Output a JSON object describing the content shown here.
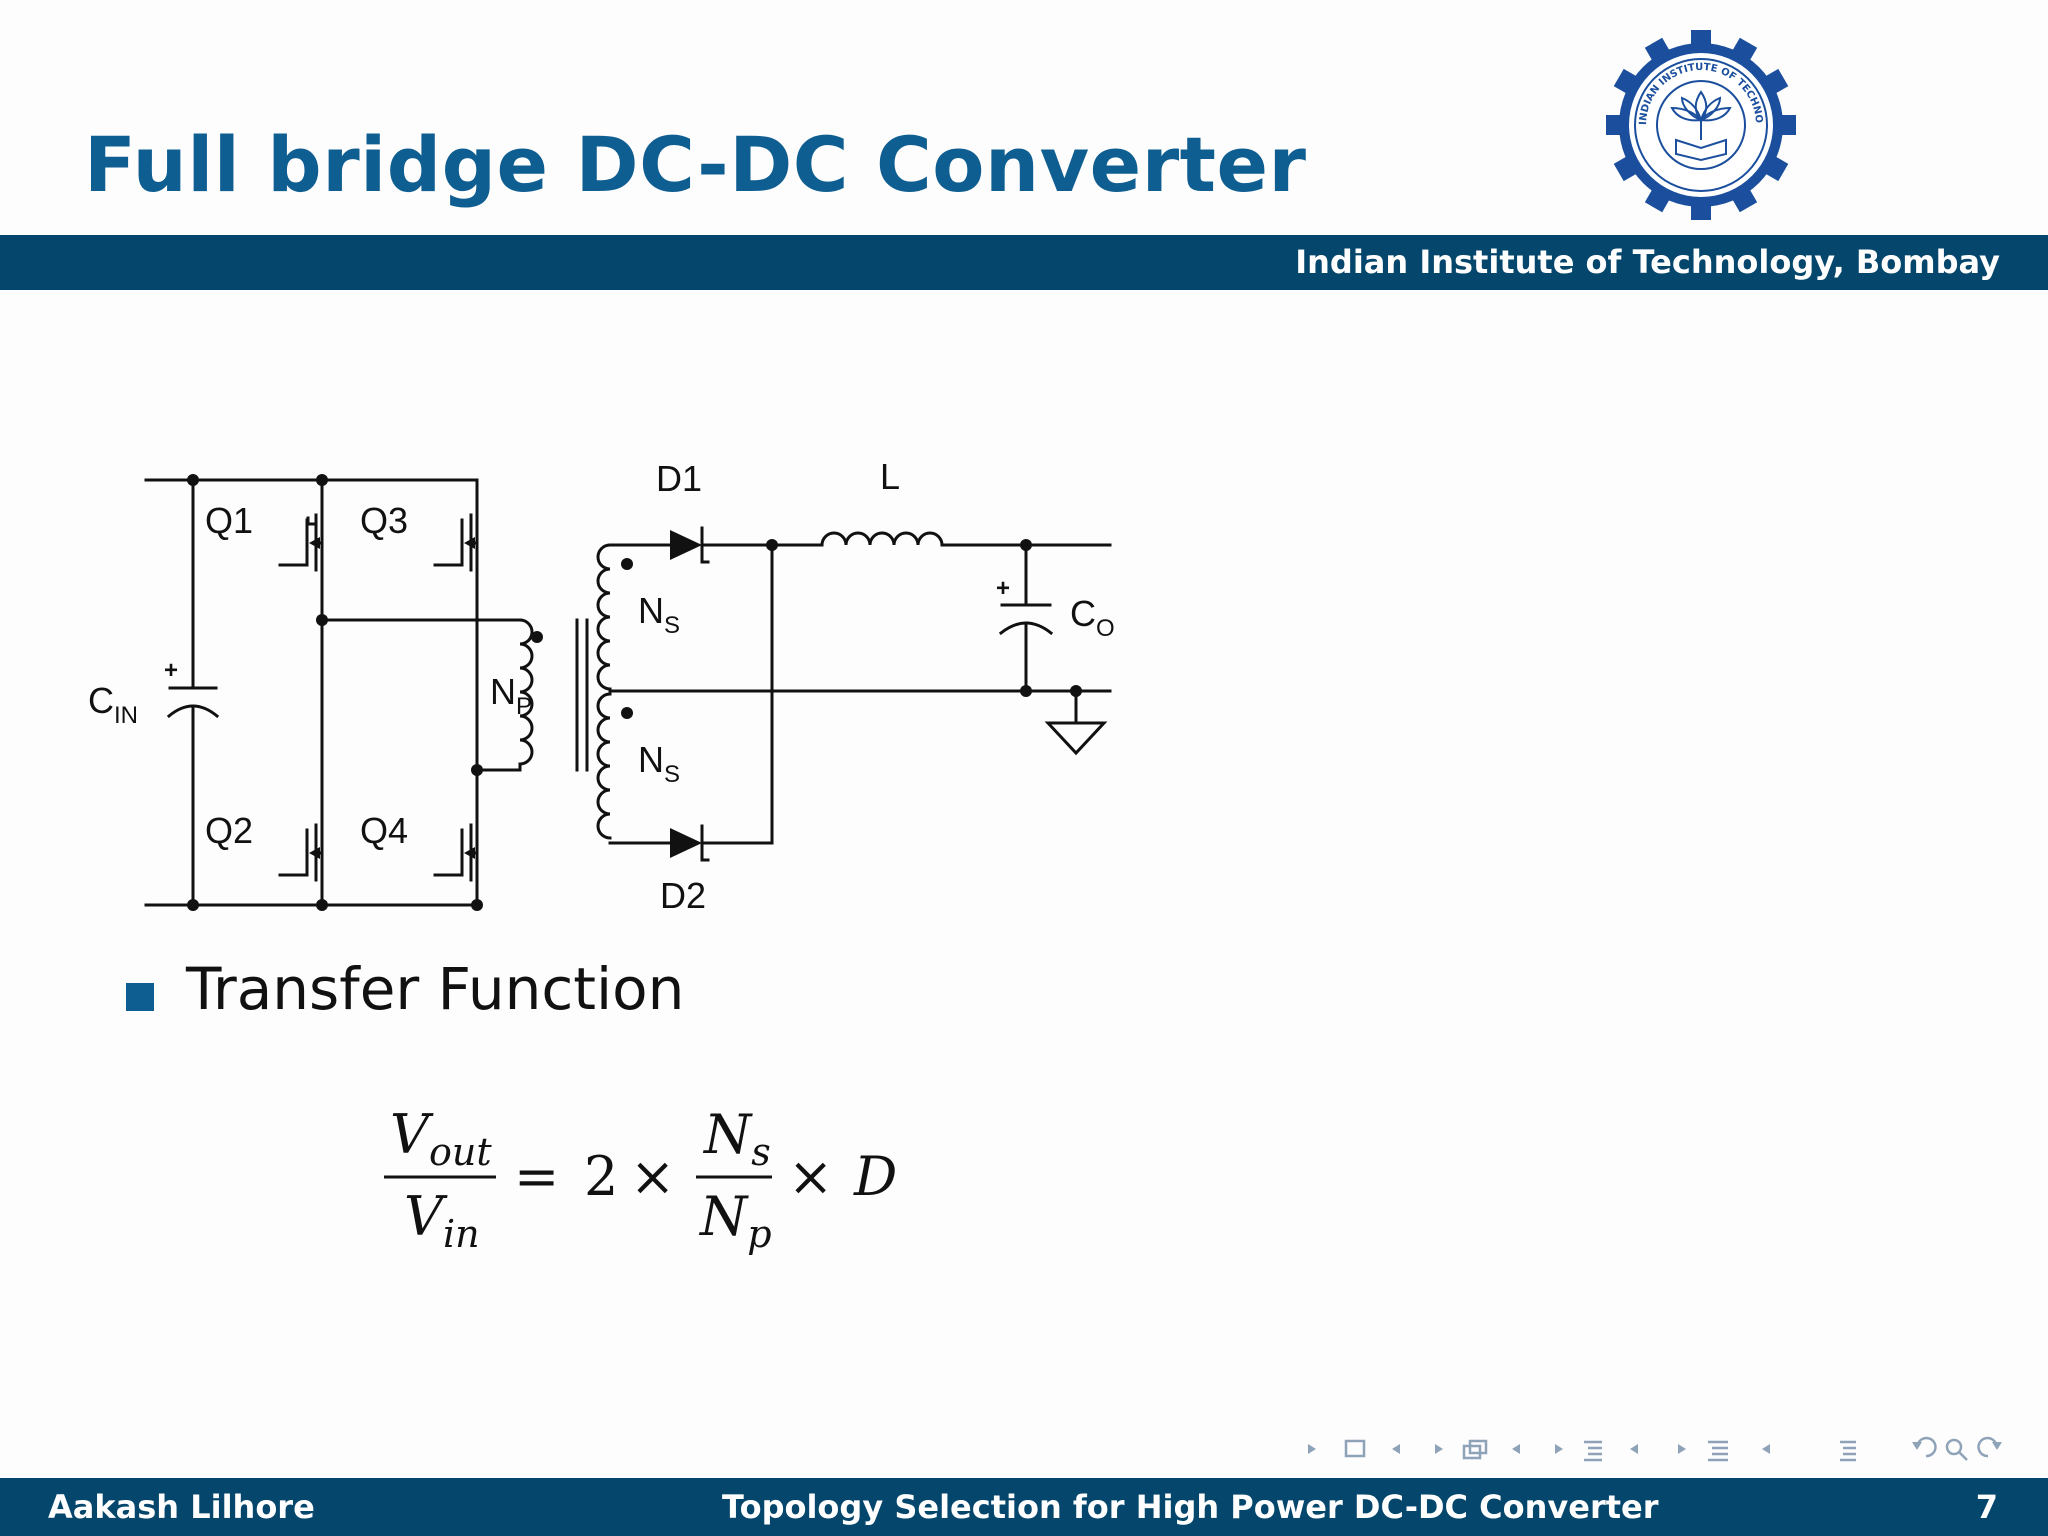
{
  "slide": {
    "title": "Full bridge DC-DC Converter",
    "institution": "Indian Institute of Technology, Bombay",
    "logo_text": "INDIAN INSTITUTE OF TECHNOLOGY BOMBAY"
  },
  "circuit": {
    "labels": {
      "q1": "Q1",
      "q2": "Q2",
      "q3": "Q3",
      "q4": "Q4",
      "cin_main": "C",
      "cin_sub": "IN",
      "np_main": "N",
      "np_sub": "P",
      "ns1_main": "N",
      "ns1_sub": "S",
      "ns2_main": "N",
      "ns2_sub": "S",
      "d1": "D1",
      "d2": "D2",
      "l": "L",
      "co_main": "C",
      "co_sub": "O",
      "plus": "+"
    }
  },
  "bullet": {
    "text": "Transfer Function"
  },
  "formula": {
    "v_out_base": "V",
    "v_out_sub": "out",
    "v_in_base": "V",
    "v_in_sub": "in",
    "equals": "=",
    "two": "2",
    "times": "×",
    "ns_base": "N",
    "ns_sub": "s",
    "np_base": "N",
    "np_sub": "p",
    "d": "D"
  },
  "footer": {
    "author": "Aakash Lilhore",
    "talk_title": "Topology Selection for High Power DC-DC Converter",
    "page_number": "7"
  },
  "colors": {
    "title": "#0f5e91",
    "bar": "#05466c",
    "bullet": "#0f5e91",
    "nav": "#8fa3b8"
  },
  "icons": [
    "nav-prev-icon",
    "frame-icon",
    "nav-next-icon",
    "subsection-icon",
    "section-icon",
    "toc-icon",
    "undo-icon",
    "search-icon",
    "redo-icon"
  ]
}
